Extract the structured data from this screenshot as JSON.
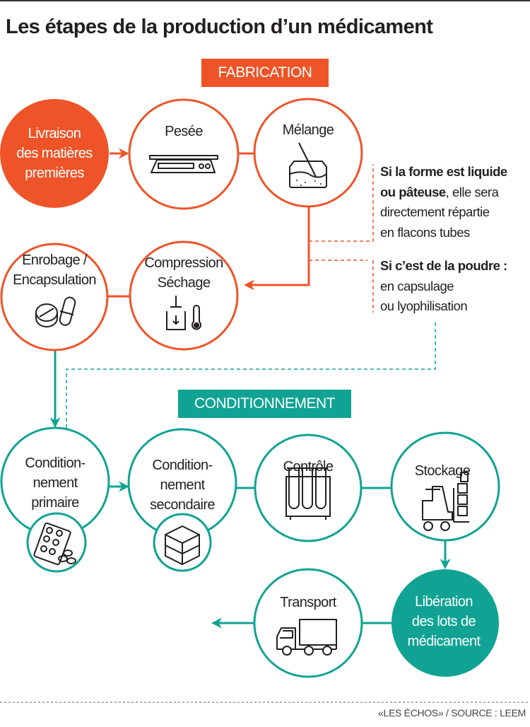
{
  "title": "Les étapes de la production d’un médicament",
  "colors": {
    "orange": "#ee5428",
    "teal": "#10a393",
    "text": "#231f20"
  },
  "sections": {
    "fabrication": "FABRICATION",
    "conditionnement": "CONDITIONNEMENT"
  },
  "steps": {
    "livraison": [
      "Livraison",
      "des matières",
      "premières"
    ],
    "pesee": [
      "Pesée"
    ],
    "melange": [
      "Mélange"
    ],
    "compression": [
      "Compression",
      "Séchage"
    ],
    "enrobage": [
      "Enrobage /",
      "Encapsulation"
    ],
    "cond_primaire": [
      "Condition-",
      "nement",
      "primaire"
    ],
    "cond_secondaire": [
      "Condition-",
      "nement",
      "secondaire"
    ],
    "controle": [
      "Contrôle"
    ],
    "stockage": [
      "Stockage"
    ],
    "liberation": [
      "Libération",
      "des lots de",
      "médicament"
    ],
    "transport": [
      "Transport"
    ]
  },
  "notes": {
    "liquide": {
      "bold1": "Si la forme est liquide",
      "bold2": "ou pâteuse",
      "rest2": ", elle sera",
      "line3": "directement répartie",
      "line4": "en flacons tubes"
    },
    "poudre": {
      "bold1": "Si c’est de la poudre :",
      "line2": "en capsulage",
      "line3": "ou lyophilisation"
    }
  },
  "icons": [
    "scale-icon",
    "mixing-jar-icon",
    "press-thermometer-icon",
    "pill-capsule-icon",
    "blister-pack-icon",
    "boxes-icon",
    "test-tubes-icon",
    "forklift-icon",
    "truck-icon"
  ],
  "footer": "«LES ÉCHOS» / SOURCE : LEEM"
}
